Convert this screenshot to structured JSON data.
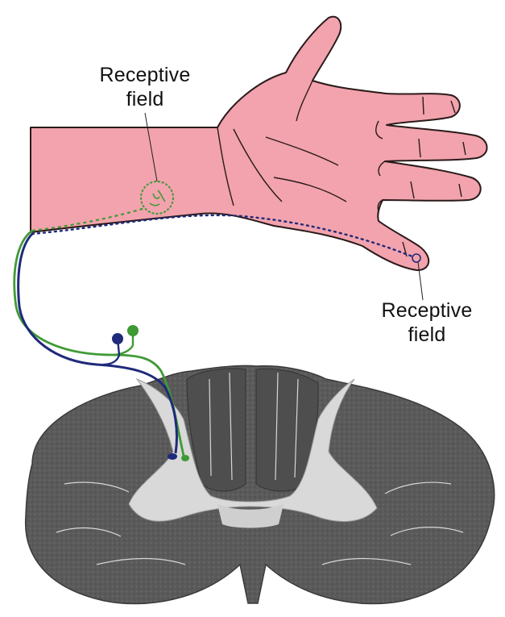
{
  "labels": {
    "receptive_field_wrist": {
      "line1": "Receptive",
      "line2": "field"
    },
    "receptive_field_finger": {
      "line1": "Receptive",
      "line2": "field"
    }
  },
  "colors": {
    "skin": "#f2a3ad",
    "skin_outline": "#2a1a1a",
    "green_neuron": "#3f9a36",
    "blue_neuron": "#1f2a7a",
    "grey_matter_dark": "#565656",
    "white_matter_light": "#dcdcdc"
  }
}
